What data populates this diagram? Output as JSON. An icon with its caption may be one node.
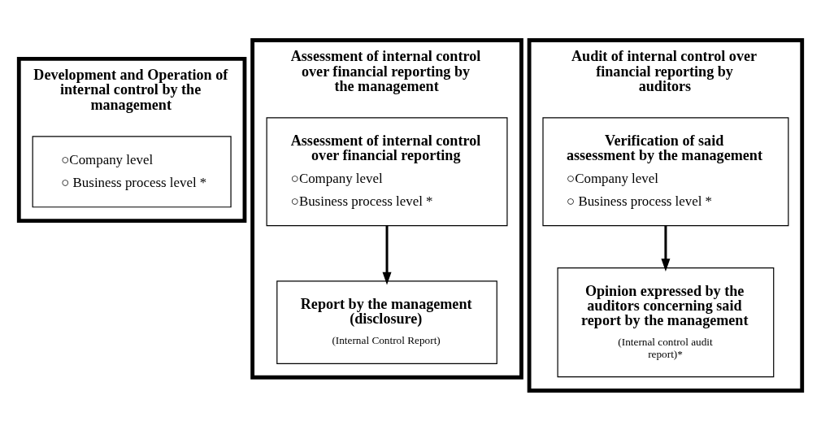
{
  "diagram": {
    "nodes": [
      {
        "text": [
          "Development and Operation of internal control by the management"
        ]
      },
      {
        "text": [
          "○Company level",
          "○ Business process level *"
        ],
        "in": 0
      },
      {
        "text": [
          "Assessment of internal control over financial reporting by the management"
        ]
      },
      {
        "text": [
          "Assessment of internal control over financial reporting",
          "○Company level",
          "○Business process level *"
        ],
        "in": 2
      },
      {
        "text": [
          "Report by the management (disclosure)",
          "(Internal Control Report)"
        ],
        "in": 2
      },
      {
        "text": [
          "Audit of internal control over financial reporting by auditors"
        ]
      },
      {
        "text": [
          "Verification of said assessment by the management",
          "○Company level",
          "○ Business process level *"
        ],
        "in": 5
      },
      {
        "text": [
          "Opinion expressed by the auditors concerning said report by the management",
          "(Internal control audit report)*"
        ],
        "in": 5
      }
    ],
    "edges": [
      {
        "from": 3,
        "to": 4,
        "arrow": "to"
      },
      {
        "from": 6,
        "to": 7,
        "arrow": "to"
      }
    ]
  }
}
